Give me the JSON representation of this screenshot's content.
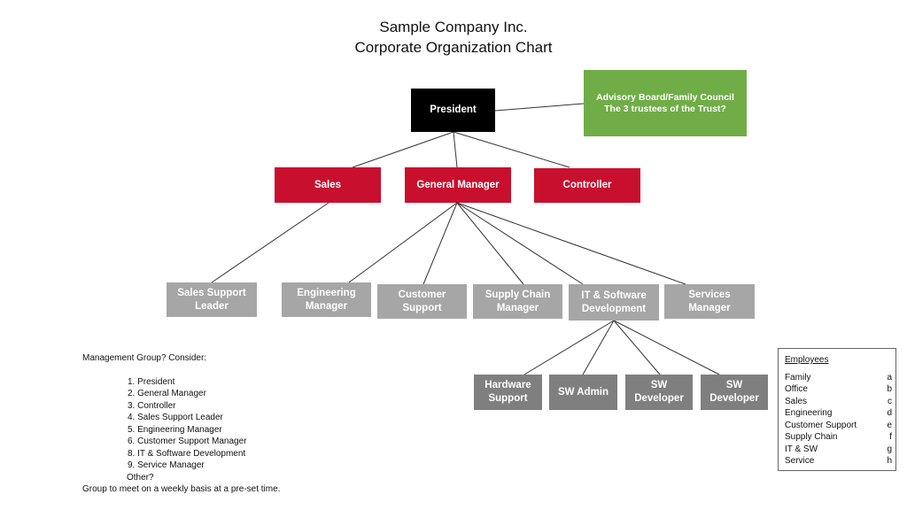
{
  "title": {
    "line1": "Sample Company Inc.",
    "line2": "Corporate Organization Chart"
  },
  "nodes": {
    "president": "President",
    "advisory": "Advisory Board/Family Council\nThe 3 trustees of the Trust?",
    "sales": "Sales",
    "general_manager": "General Manager",
    "controller": "Controller",
    "sales_support_leader": "Sales Support\nLeader",
    "engineering_manager": "Engineering\nManager",
    "customer_support": "Customer\nSupport",
    "supply_chain_manager": "Supply Chain\nManager",
    "it_software_development": "IT & Software\nDevelopment",
    "services_manager": "Services\nManager",
    "hardware_support": "Hardware\nSupport",
    "sw_admin": "SW Admin",
    "sw_developer_1": "SW\nDeveloper",
    "sw_developer_2": "SW\nDeveloper"
  },
  "edges": [
    [
      "president",
      "advisory"
    ],
    [
      "president",
      "sales"
    ],
    [
      "president",
      "general_manager"
    ],
    [
      "president",
      "controller"
    ],
    [
      "sales",
      "sales_support_leader"
    ],
    [
      "general_manager",
      "engineering_manager"
    ],
    [
      "general_manager",
      "customer_support"
    ],
    [
      "general_manager",
      "supply_chain_manager"
    ],
    [
      "general_manager",
      "it_software_development"
    ],
    [
      "general_manager",
      "services_manager"
    ],
    [
      "it_software_development",
      "hardware_support"
    ],
    [
      "it_software_development",
      "sw_admin"
    ],
    [
      "it_software_development",
      "sw_developer_1"
    ],
    [
      "it_software_development",
      "sw_developer_2"
    ]
  ],
  "colors": {
    "executive": "#000000",
    "leadership": "#c8102e",
    "advisory": "#70ad47",
    "manager": "#a6a6a6",
    "staff": "#7f7f7f"
  },
  "notes": {
    "heading": "Management Group? Consider:",
    "items": [
      "1. President",
      "2. General Manager",
      "3. Controller",
      "4. Sales Support Leader",
      "5. Engineering Manager",
      "6. Customer Support Manager",
      "8. IT & Software Development",
      "9. Service Manager"
    ],
    "other": "Other?",
    "footer": "Group to meet on a weekly basis at a pre-set time."
  },
  "employees": {
    "heading": "Employees",
    "rows": [
      {
        "label": "Family",
        "code": "a"
      },
      {
        "label": "Office",
        "code": "b"
      },
      {
        "label": "Sales",
        "code": "c"
      },
      {
        "label": "Engineering",
        "code": "d"
      },
      {
        "label": "Customer Support",
        "code": "e"
      },
      {
        "label": "Supply Chain",
        "code": "f"
      },
      {
        "label": "IT & SW",
        "code": "g"
      },
      {
        "label": "Service",
        "code": "h"
      }
    ]
  }
}
